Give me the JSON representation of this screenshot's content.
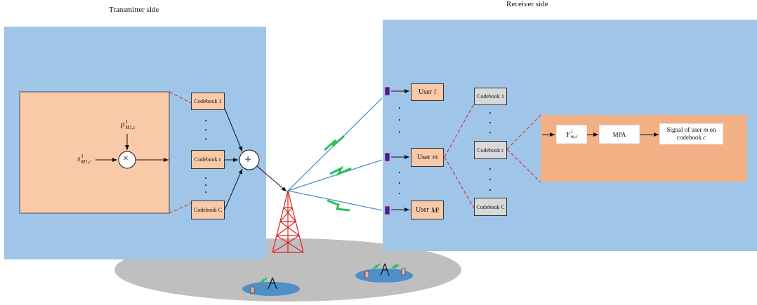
{
  "transmitter": {
    "title": "Transmitter side",
    "signal_symbol": "s",
    "signal_superscript": "1",
    "signal_subscript": "M1,c",
    "power_symbol": "p",
    "power_superscript": "1",
    "power_subscript": "M1,c",
    "multiply_symbol": "×",
    "sum_symbol": "+",
    "codebooks": [
      "Codebook 1",
      "Codebook c",
      "Codebook C"
    ]
  },
  "receiver": {
    "title": "Receiver side",
    "users": [
      {
        "prefix": "User ",
        "var": "l",
        "sub": ""
      },
      {
        "prefix": "User ",
        "var": "m",
        "sub": ""
      },
      {
        "prefix": "User ",
        "var": "M",
        "sub": "f"
      }
    ],
    "codebooks": [
      "Codebook 1",
      "Codebook c",
      "Codebook C"
    ],
    "y_symbol": "Y",
    "y_superscript": "1",
    "y_subscript": "m,c",
    "mpa_label": "MPA",
    "output_text_1": "Signal of user ",
    "output_var_1": "m",
    "output_text_2": " on",
    "output_text_3": "codebook ",
    "output_var_3": "c"
  },
  "colors": {
    "panel_blue": "#9fc5e8",
    "peach": "#f9c9a8",
    "orange_panel": "#f3b085",
    "codebook_grey": "#d9d9d9",
    "ground_grey": "#bfbfbf",
    "tower_red": "#e02020",
    "dash_red": "#d42020",
    "link_green": "#2fbf57",
    "link_blue": "#4f8fc9"
  }
}
